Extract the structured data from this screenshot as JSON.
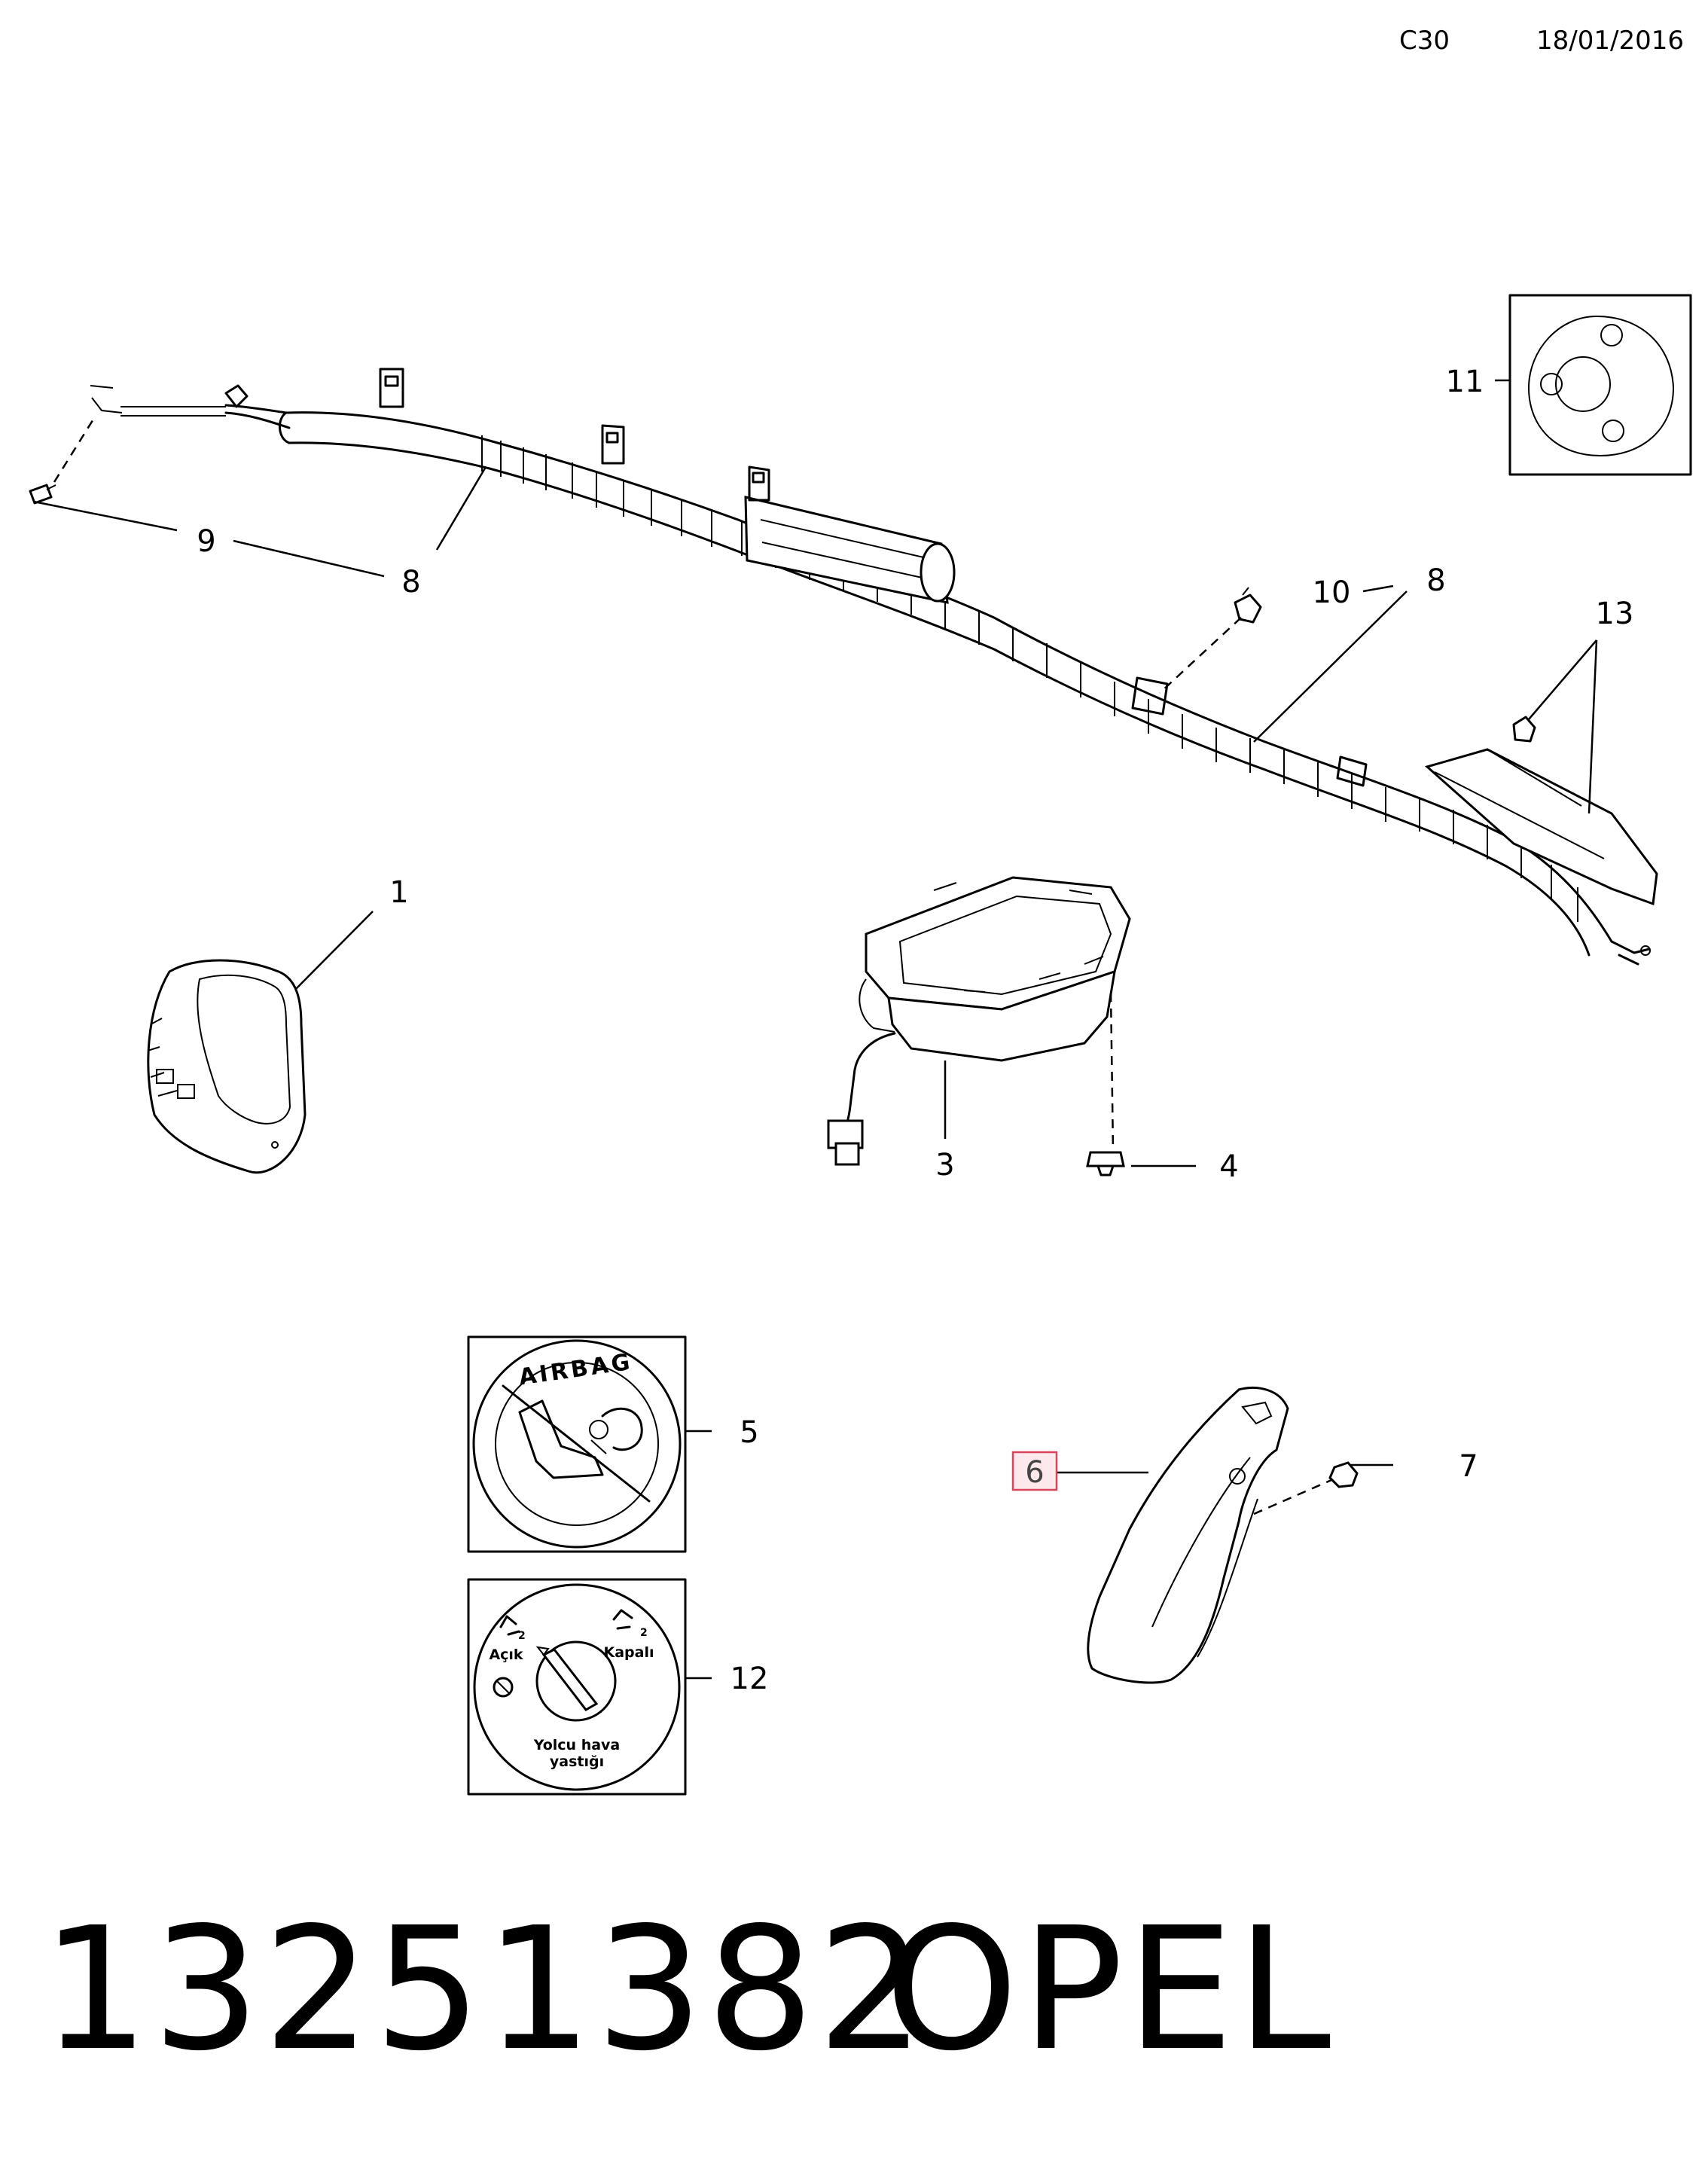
{
  "header": {
    "code": "C30",
    "date": "18/01/2016"
  },
  "callouts": {
    "c1": "1",
    "c3": "3",
    "c4": "4",
    "c5": "5",
    "c6": "6",
    "c7": "7",
    "c8a": "8",
    "c8b": "8",
    "c9": "9",
    "c10": "10",
    "c11": "11",
    "c12": "12",
    "c13": "13"
  },
  "decal5": {
    "banner": "AIRBAG"
  },
  "decal12": {
    "on": "Açık",
    "off": "Kapalı",
    "caption_line1": "Yolcu hava",
    "caption_line2": "yastığı",
    "sub_on": "2",
    "sub_off": "2"
  },
  "footer": {
    "part_number": "13251382",
    "brand": "OPEL"
  },
  "highlight": {
    "color": "#d9435b",
    "callout": "6"
  }
}
